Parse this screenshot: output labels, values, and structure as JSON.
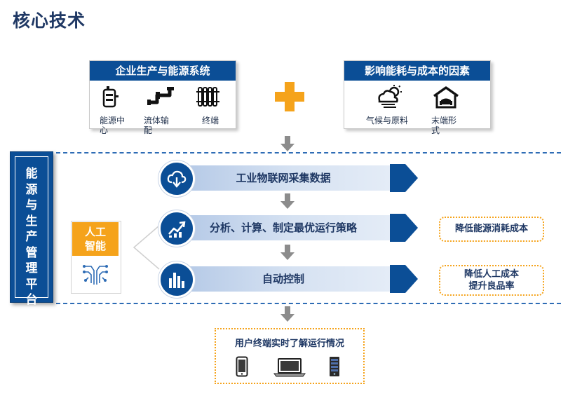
{
  "title": "核心技术",
  "left_box": {
    "header": "企业生产与能源系统",
    "items": [
      {
        "label": "能源中\n心",
        "icon": "boiler-icon"
      },
      {
        "label": "流体输\n配",
        "icon": "pipe-icon"
      },
      {
        "label": "终端",
        "icon": "radiator-icon"
      }
    ]
  },
  "right_box": {
    "header": "影响能耗与成本的因素",
    "items": [
      {
        "label": "气候与原料",
        "icon": "weather-icon"
      },
      {
        "label": "末端形\n式",
        "icon": "house-icon"
      }
    ]
  },
  "platform": {
    "label": "能源与生产管理平台"
  },
  "ai": {
    "label": "人工\n智能"
  },
  "steps": [
    {
      "label": "工业物联网采集数据",
      "icon": "cloud-download-icon"
    },
    {
      "label": "分析、计算、制定最优运行策略",
      "icon": "trend-chart-icon"
    },
    {
      "label": "自动控制",
      "icon": "bar-chart-icon"
    }
  ],
  "outcomes": [
    {
      "label": "降低能源消耗成本"
    },
    {
      "label": "降低人工成本\n提升良品率"
    }
  ],
  "bottom": {
    "label": "用户终端实时了解运行情况",
    "devices": [
      "phone-icon",
      "laptop-icon",
      "server-icon"
    ]
  },
  "colors": {
    "primary": "#0b4e96",
    "accent": "#f5a31b",
    "arrow": "#8c8c8c",
    "dashed": "#2e6cb5"
  }
}
